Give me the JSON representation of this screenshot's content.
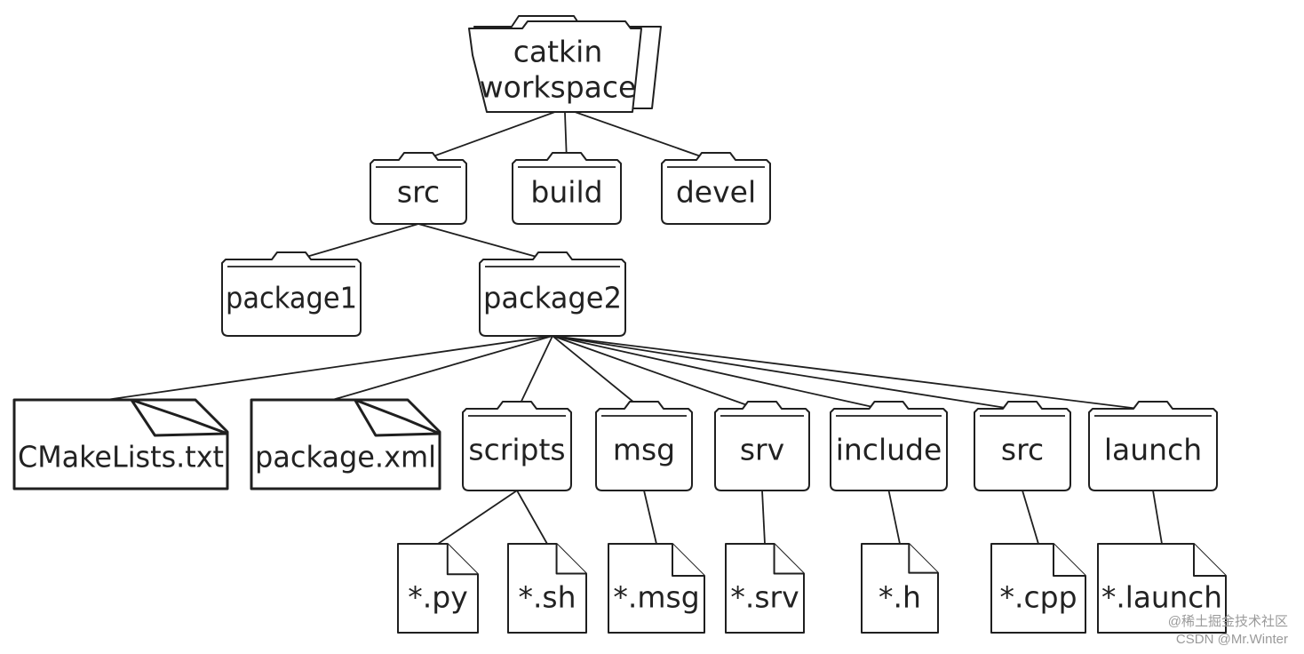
{
  "diagram": {
    "nodes": [
      {
        "id": "workspace",
        "kind": "open-folder",
        "lines": [
          "catkin",
          "workspace"
        ]
      },
      {
        "id": "src_top",
        "kind": "folder",
        "lines": [
          "src"
        ]
      },
      {
        "id": "build",
        "kind": "folder",
        "lines": [
          "build"
        ]
      },
      {
        "id": "devel",
        "kind": "folder",
        "lines": [
          "devel"
        ]
      },
      {
        "id": "package1",
        "kind": "folder",
        "lines": [
          "package1"
        ]
      },
      {
        "id": "package2",
        "kind": "folder",
        "lines": [
          "package2"
        ]
      },
      {
        "id": "cmakelists",
        "kind": "file-doc",
        "lines": [
          "CMakeLists.txt"
        ]
      },
      {
        "id": "packagexml",
        "kind": "file-doc",
        "lines": [
          "package.xml"
        ]
      },
      {
        "id": "scripts",
        "kind": "folder",
        "lines": [
          "scripts"
        ]
      },
      {
        "id": "msg",
        "kind": "folder",
        "lines": [
          "msg"
        ]
      },
      {
        "id": "srv",
        "kind": "folder",
        "lines": [
          "srv"
        ]
      },
      {
        "id": "include",
        "kind": "folder",
        "lines": [
          "include"
        ]
      },
      {
        "id": "src_pkg",
        "kind": "folder",
        "lines": [
          "src"
        ]
      },
      {
        "id": "launch",
        "kind": "folder",
        "lines": [
          "launch"
        ]
      },
      {
        "id": "py",
        "kind": "file",
        "lines": [
          "*.py"
        ]
      },
      {
        "id": "sh",
        "kind": "file",
        "lines": [
          "*.sh"
        ]
      },
      {
        "id": "msgfile",
        "kind": "file",
        "lines": [
          "*.msg"
        ]
      },
      {
        "id": "srvfile",
        "kind": "file",
        "lines": [
          "*.srv"
        ]
      },
      {
        "id": "hfile",
        "kind": "file",
        "lines": [
          "*.h"
        ]
      },
      {
        "id": "cppfile",
        "kind": "file",
        "lines": [
          "*.cpp"
        ]
      },
      {
        "id": "launchfile",
        "kind": "file",
        "lines": [
          "*.launch"
        ]
      }
    ],
    "edges": [
      [
        "workspace",
        "src_top"
      ],
      [
        "workspace",
        "build"
      ],
      [
        "workspace",
        "devel"
      ],
      [
        "src_top",
        "package1"
      ],
      [
        "src_top",
        "package2"
      ],
      [
        "package2",
        "cmakelists"
      ],
      [
        "package2",
        "packagexml"
      ],
      [
        "package2",
        "scripts"
      ],
      [
        "package2",
        "msg"
      ],
      [
        "package2",
        "srv"
      ],
      [
        "package2",
        "include"
      ],
      [
        "package2",
        "src_pkg"
      ],
      [
        "package2",
        "launch"
      ],
      [
        "scripts",
        "py"
      ],
      [
        "scripts",
        "sh"
      ],
      [
        "msg",
        "msgfile"
      ],
      [
        "srv",
        "srvfile"
      ],
      [
        "include",
        "hfile"
      ],
      [
        "src_pkg",
        "cppfile"
      ],
      [
        "launch",
        "launchfile"
      ]
    ]
  },
  "watermark": {
    "line1": "@稀土掘金技术社区",
    "line2": "CSDN @Mr.Winter"
  }
}
